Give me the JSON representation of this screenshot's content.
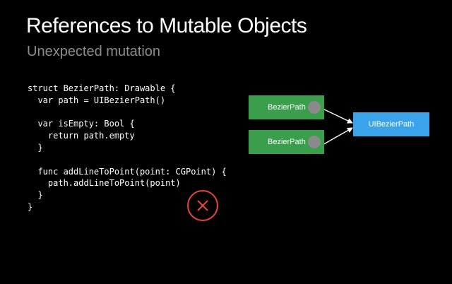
{
  "slide": {
    "title": "References to Mutable Objects",
    "subtitle": "Unexpected mutation"
  },
  "code": {
    "lines": [
      "struct BezierPath: Drawable {",
      "  var path = UIBezierPath()",
      "",
      "  var isEmpty: Bool {",
      "    return path.empty",
      "  }",
      "",
      "  func addLineToPoint(point: CGPoint) {",
      "    path.addLineToPoint(point)",
      "  }",
      "}"
    ]
  },
  "diagram": {
    "source_nodes": [
      {
        "label": "BezierPath"
      },
      {
        "label": "BezierPath"
      }
    ],
    "target_node": {
      "label": "UIBezierPath"
    },
    "error_icon": "close-circle-icon"
  },
  "colors": {
    "background": "#000000",
    "subtitle": "#8c8c8c",
    "value_node": "#3b9e4c",
    "reference_node": "#3ba3ea",
    "reference_dot": "#8a8a8a",
    "error": "#e8453c"
  }
}
